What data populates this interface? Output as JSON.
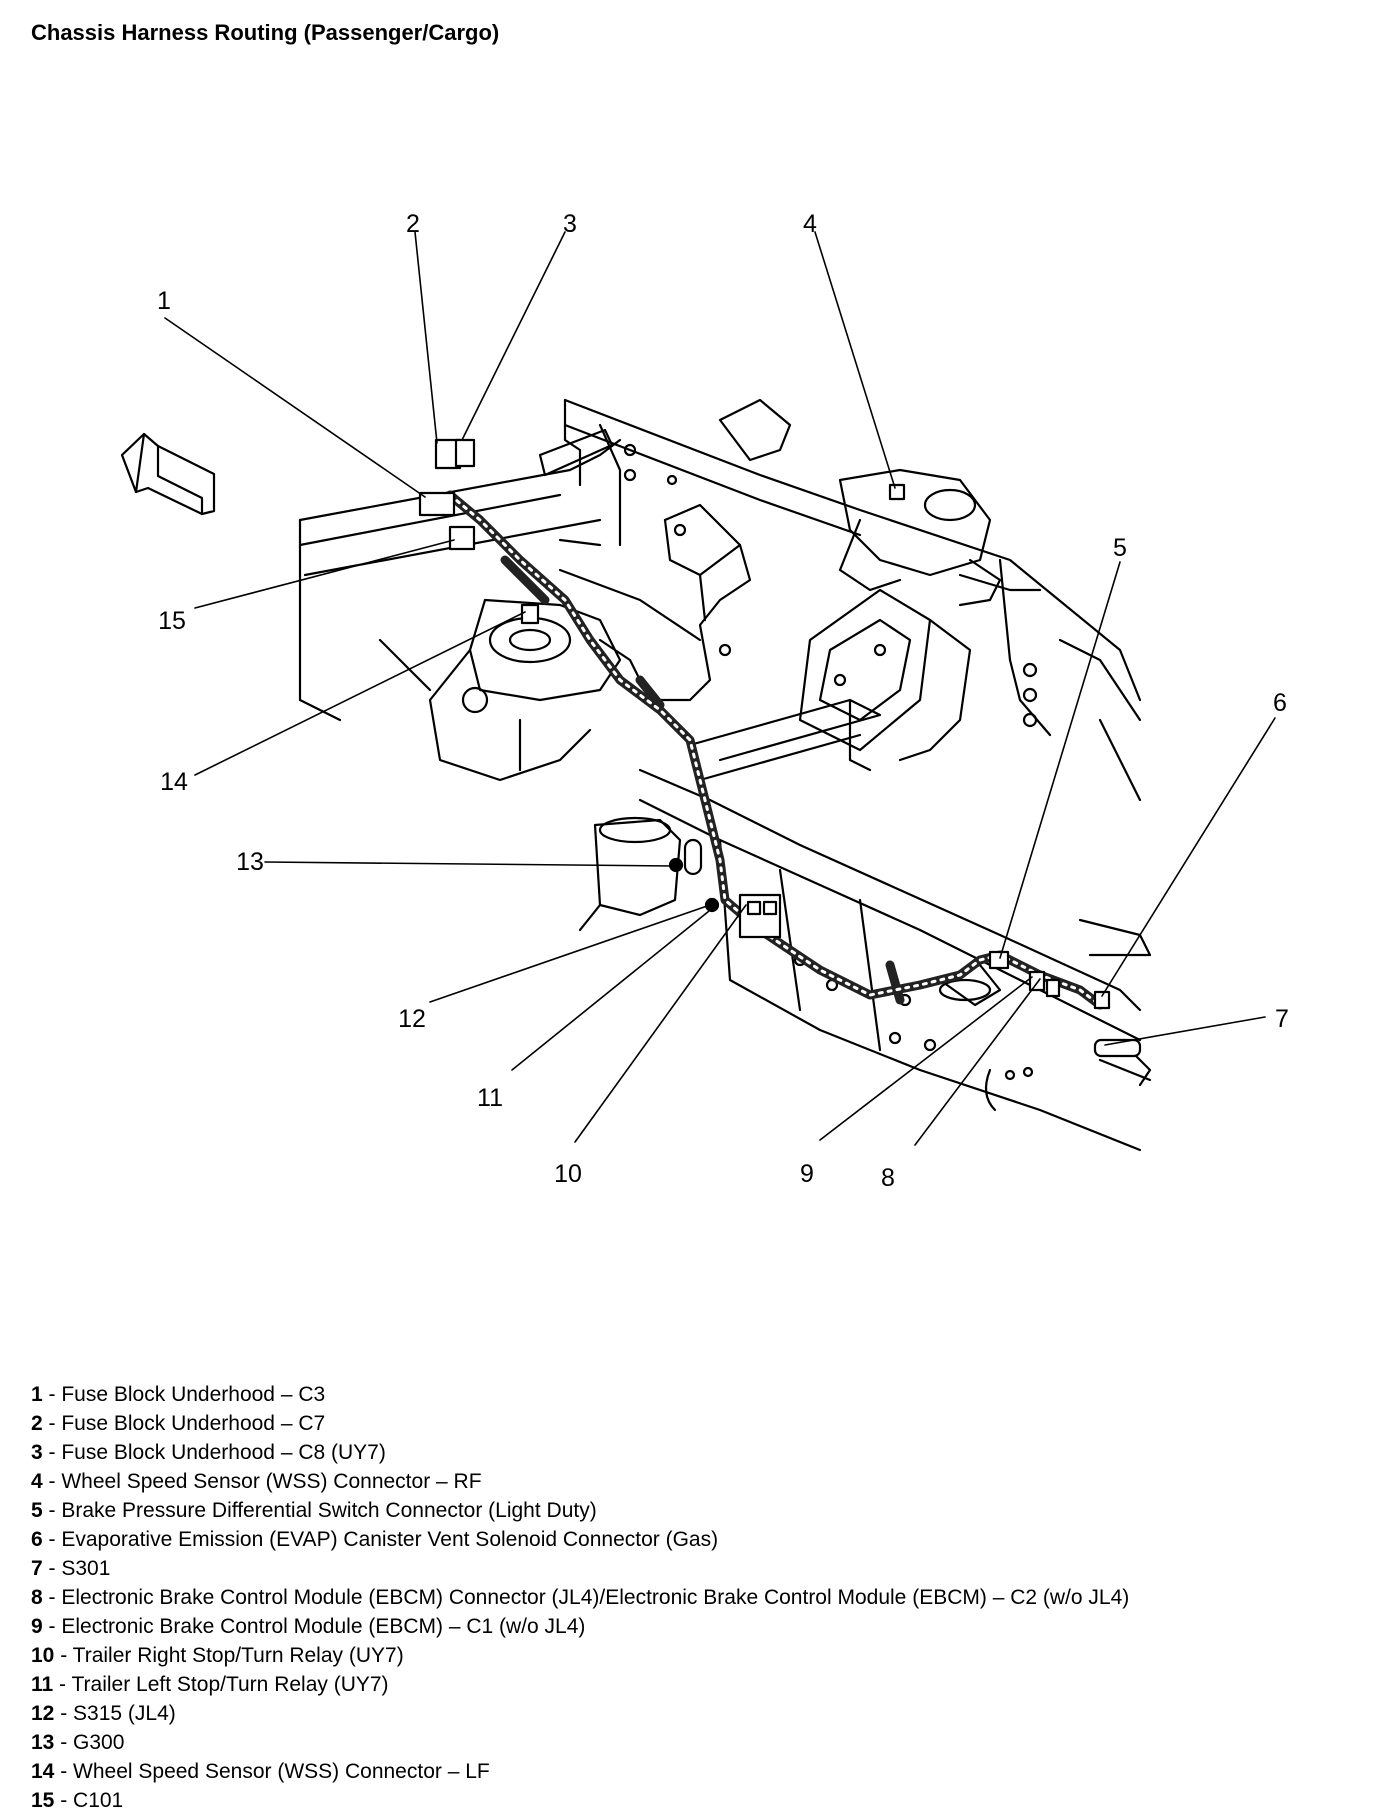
{
  "title": "Chassis Harness Routing (Passenger/Cargo)",
  "legend": [
    {
      "num": "1",
      "text": "Fuse Block Underhood – C3"
    },
    {
      "num": "2",
      "text": "Fuse Block Underhood – C7"
    },
    {
      "num": "3",
      "text": "Fuse Block Underhood – C8 (UY7)"
    },
    {
      "num": "4",
      "text": "Wheel Speed Sensor (WSS) Connector – RF"
    },
    {
      "num": "5",
      "text": "Brake Pressure Differential Switch Connector (Light Duty)"
    },
    {
      "num": "6",
      "text": "Evaporative Emission (EVAP) Canister Vent Solenoid Connector (Gas)"
    },
    {
      "num": "7",
      "text": "S301"
    },
    {
      "num": "8",
      "text": "Electronic Brake Control Module (EBCM) Connector (JL4)/Electronic Brake Control Module (EBCM) – C2 (w/o JL4)"
    },
    {
      "num": "9",
      "text": "Electronic Brake Control Module (EBCM) – C1 (w/o JL4)"
    },
    {
      "num": "10",
      "text": "Trailer Right Stop/Turn Relay (UY7)"
    },
    {
      "num": "11",
      "text": "Trailer Left Stop/Turn Relay (UY7)"
    },
    {
      "num": "12",
      "text": "S315 (JL4)"
    },
    {
      "num": "13",
      "text": "G300"
    },
    {
      "num": "14",
      "text": "Wheel Speed Sensor (WSS) Connector – LF"
    },
    {
      "num": "15",
      "text": "C101"
    }
  ],
  "callouts": [
    "1",
    "2",
    "3",
    "4",
    "5",
    "6",
    "7",
    "8",
    "9",
    "10",
    "11",
    "12",
    "13",
    "14",
    "15"
  ],
  "icons": {
    "direction_arrow": "front-direction-arrow-icon"
  }
}
